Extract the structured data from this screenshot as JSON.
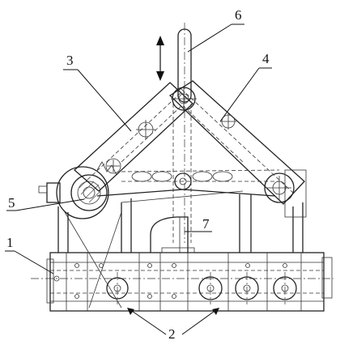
{
  "labels": {
    "l1": "1",
    "l2": "2",
    "l3": "3",
    "l4": "4",
    "l5": "5",
    "l6": "6",
    "l7": "7"
  },
  "colors": {
    "ink": "#222222",
    "background": "#ffffff"
  }
}
